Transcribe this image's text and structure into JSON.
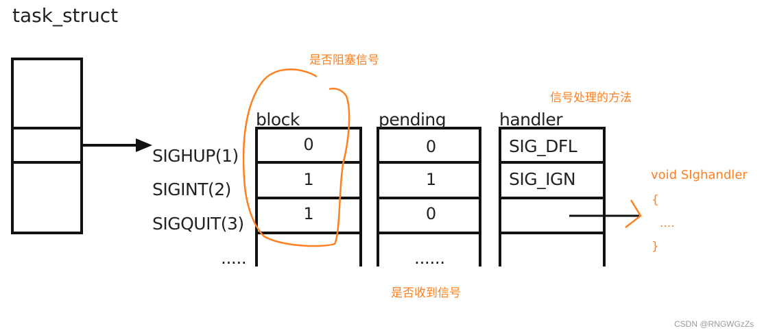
{
  "title": "task_struct",
  "signals": [
    "SIGHUP(1)",
    "SIGINT(2)",
    "SIGQUIT(3)"
  ],
  "more": ".....",
  "columns": [
    {
      "name": "block",
      "values": [
        "0",
        "1",
        "1"
      ],
      "more": ""
    },
    {
      "name": "pending",
      "values": [
        "0",
        "1",
        "0"
      ],
      "more": "......"
    },
    {
      "name": "handler",
      "values": [
        "SIG_DFL",
        "SIG_IGN",
        ""
      ],
      "more": ""
    }
  ],
  "annotations": {
    "block": "是否阻塞信号",
    "pending": "是否收到信号",
    "handler": "信号处理的方法",
    "func_sig": "void SIghandler",
    "func_open": "{",
    "func_body": "....",
    "func_close": "}"
  },
  "watermark": "CSDN @RNGWGzZs",
  "colors": {
    "annotation": "#ff7f1f",
    "line": "#111111"
  }
}
